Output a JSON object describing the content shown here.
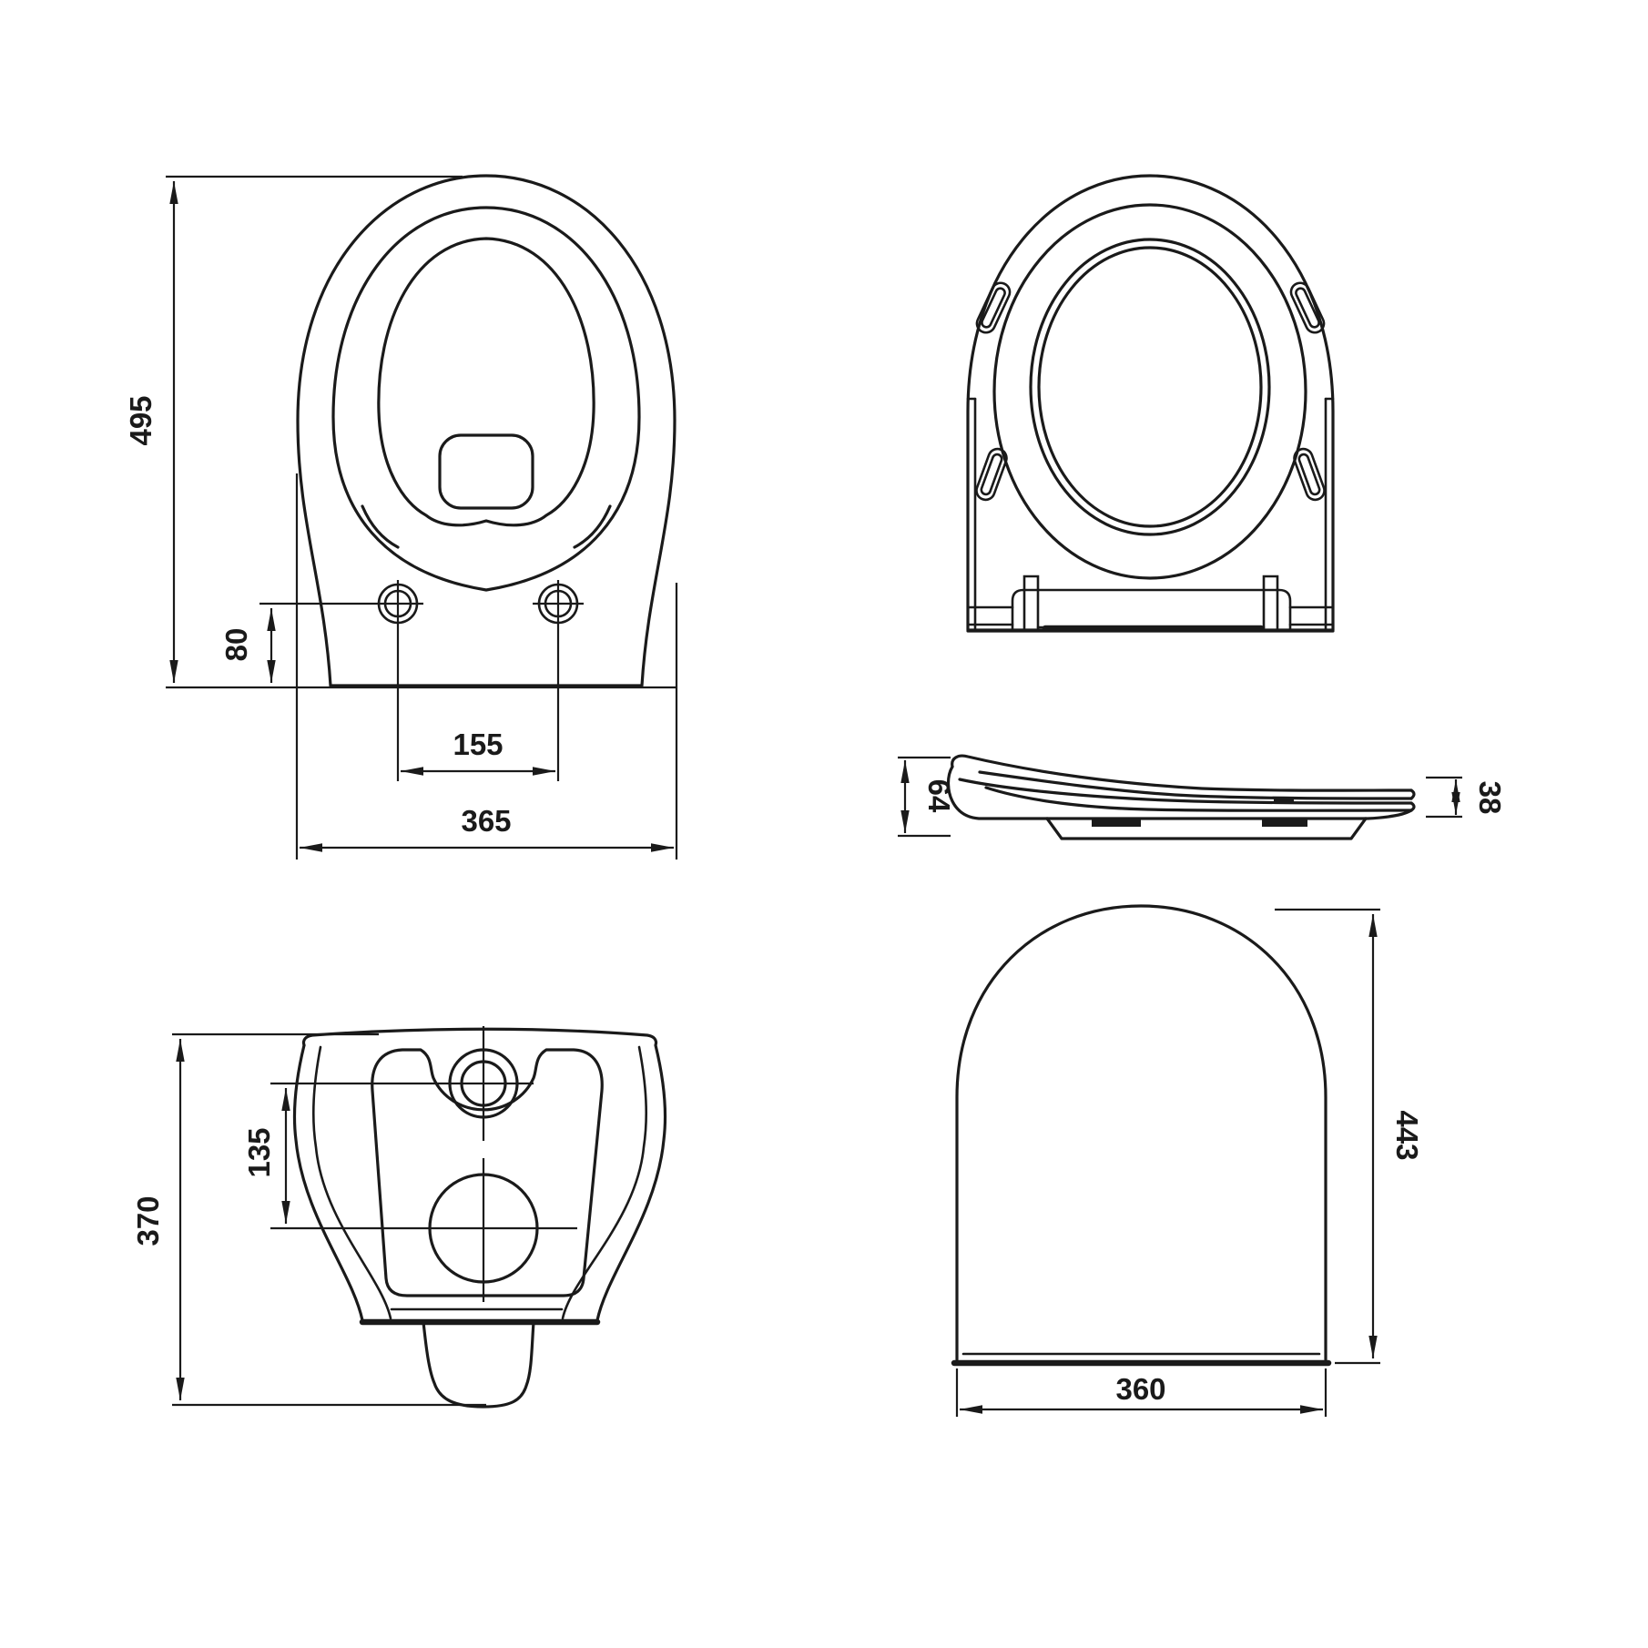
{
  "page": {
    "background": "#ffffff",
    "ink": "#1a1a1a",
    "content_type": "sanitary-ware technical drawing, 5 orthographic views"
  },
  "dims": {
    "wc_height": "495",
    "wc_hole_offset": "80",
    "wc_hole_spacing": "155",
    "wc_width": "365",
    "seat_front_height": "64",
    "seat_rear_height": "38",
    "back_height": "370",
    "back_port_spacing": "135",
    "lid_height": "443",
    "lid_width": "360"
  }
}
